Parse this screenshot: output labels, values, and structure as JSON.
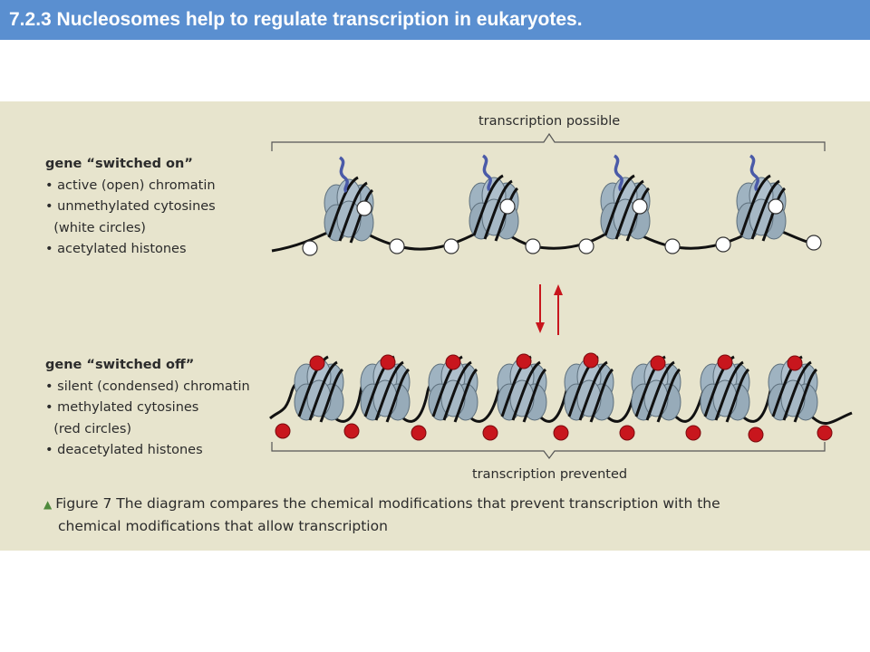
{
  "slide": {
    "title": "7.2.3 Nucleosomes help to regulate transcription in eukaryotes."
  },
  "figure": {
    "on_state": {
      "heading": "gene “switched on”",
      "bullets": [
        "• active (open) chromatin",
        "• unmethylated cytosines",
        "  (white circles)",
        "• acetylated histones"
      ],
      "bracket_label": "transcription possible"
    },
    "off_state": {
      "heading": "gene “switched off”",
      "bullets": [
        "• silent (condensed) chromatin",
        "• methylated cytosines",
        "  (red circles)",
        "• deacetylated histones"
      ],
      "bracket_label": "transcription prevented"
    },
    "caption_line1": "Figure 7 The diagram compares the chemical modifications that prevent transcription with the",
    "caption_line2": "chemical modifications that allow transcription",
    "caption_marker": "▲",
    "colors": {
      "background": "#e7e4cd",
      "title_bar": "#5a8fd0",
      "histone": "#9fb3c1",
      "methyl_red": "#c8161d",
      "acetyl_blue": "#4a5aa8",
      "arrow_red": "#c8161d",
      "caption_marker": "#4f8a3c"
    }
  }
}
